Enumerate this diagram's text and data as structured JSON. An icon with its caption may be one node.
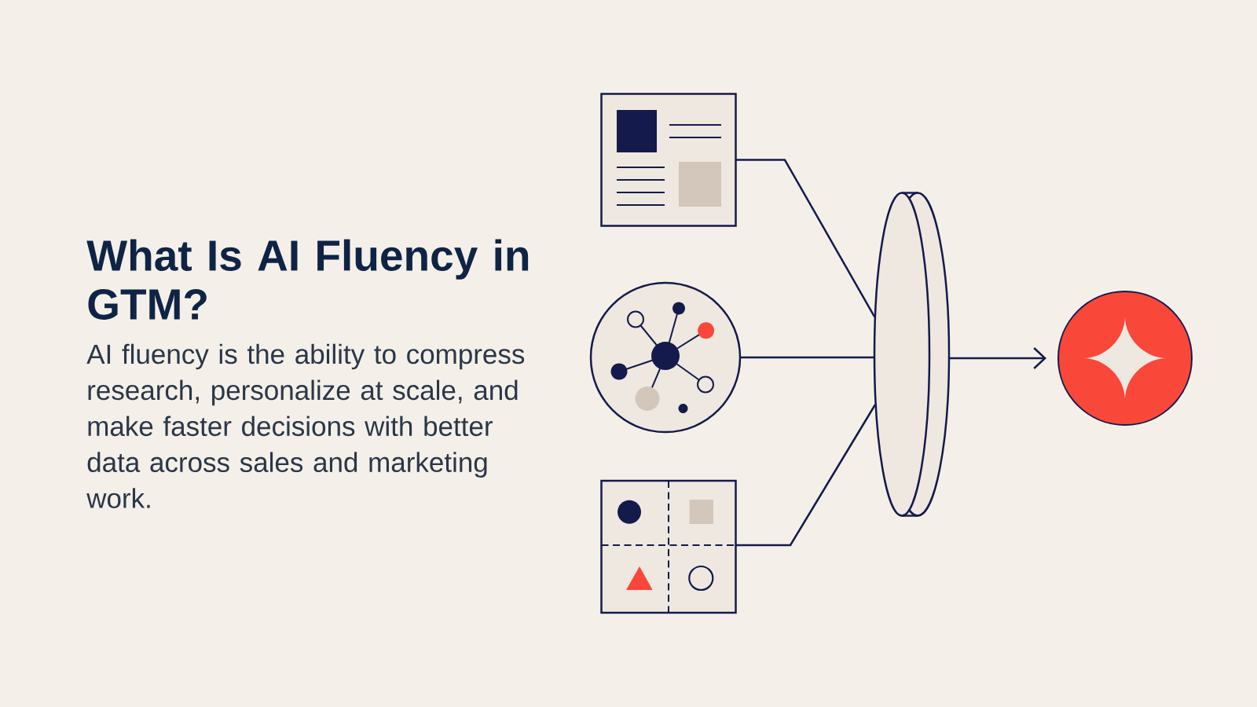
{
  "diagram": {
    "title": "What Is AI Fluency in GTM?",
    "nodes": [
      {
        "text": [],
        "shape": "picture"
      },
      {
        "text": [],
        "shape": "picture"
      },
      {
        "text": [],
        "shape": "picture"
      },
      {
        "text": [],
        "shape": "lens"
      },
      {
        "text": [],
        "shape": "circle"
      }
    ],
    "edges": [
      {
        "from": 0,
        "to": 3,
        "arrow": "none"
      },
      {
        "from": 1,
        "to": 3,
        "arrow": "none"
      },
      {
        "from": 2,
        "to": 3,
        "arrow": "none"
      },
      {
        "from": 3,
        "to": 4,
        "arrow": "to"
      }
    ],
    "labels": [
      "AI fluency is the ability to compress research, personalize at scale, and make faster decisions with better data across sales and marketing work."
    ]
  }
}
